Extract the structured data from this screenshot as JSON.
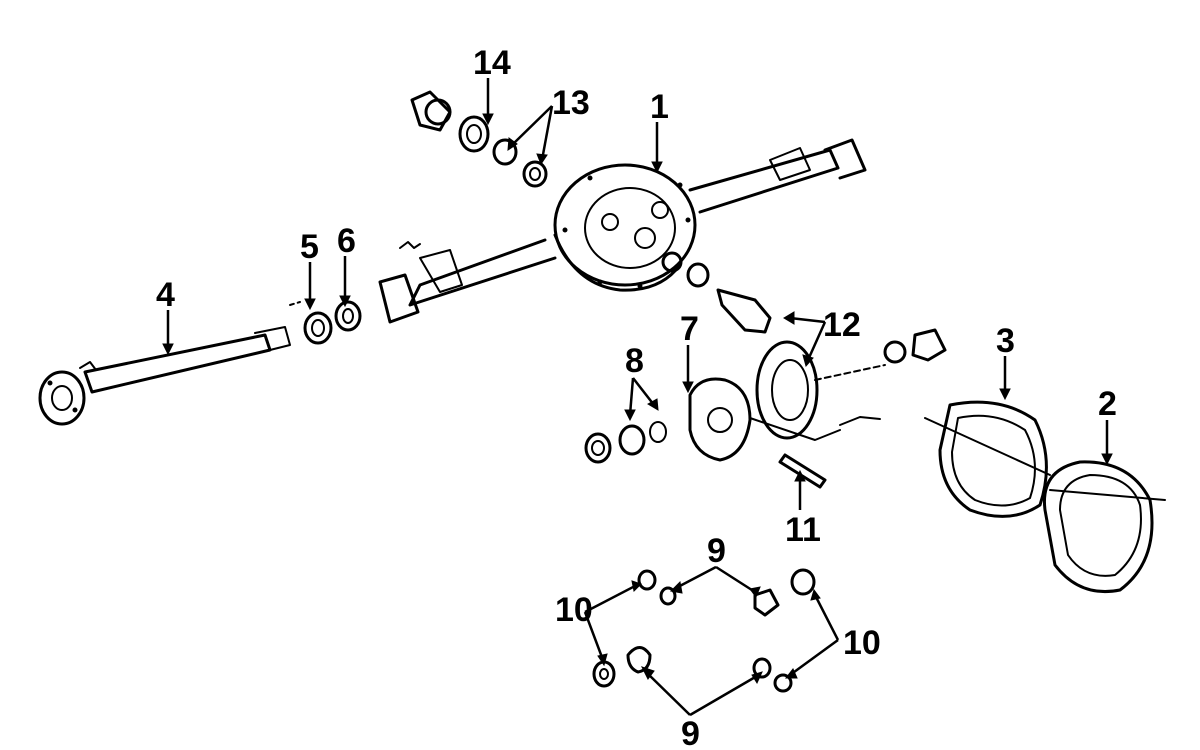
{
  "diagram": {
    "labels": [
      {
        "id": "1",
        "text": "1"
      },
      {
        "id": "2",
        "text": "2"
      },
      {
        "id": "3",
        "text": "3"
      },
      {
        "id": "4",
        "text": "4"
      },
      {
        "id": "5",
        "text": "5"
      },
      {
        "id": "6",
        "text": "6"
      },
      {
        "id": "7",
        "text": "7"
      },
      {
        "id": "8",
        "text": "8"
      },
      {
        "id": "9a",
        "text": "9"
      },
      {
        "id": "9b",
        "text": "9"
      },
      {
        "id": "10a",
        "text": "10"
      },
      {
        "id": "10b",
        "text": "10"
      },
      {
        "id": "11",
        "text": "11"
      },
      {
        "id": "12",
        "text": "12"
      },
      {
        "id": "13",
        "text": "13"
      },
      {
        "id": "14",
        "text": "14"
      }
    ]
  }
}
